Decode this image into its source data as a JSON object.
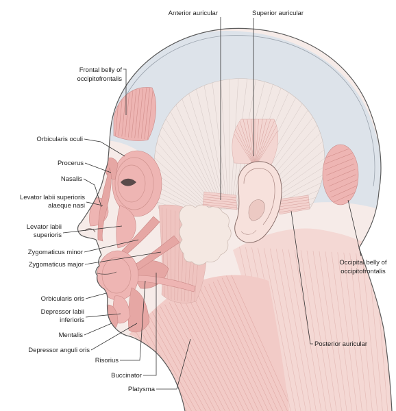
{
  "labels": {
    "anterior_auricular": "Anterior auricular",
    "superior_auricular": "Superior auricular",
    "frontal_belly": [
      "Frontal belly of",
      "occipitofrontalis"
    ],
    "orbicularis_oculi": "Orbicularis oculi",
    "procerus": "Procerus",
    "nasalis": "Nasalis",
    "levator_labii_superioris_alaeque_nasi": [
      "Levator labii superioris",
      "alaeque nasi"
    ],
    "levator_labii_superioris": [
      "Levator labii",
      "superioris"
    ],
    "zygomaticus_minor": "Zygomaticus minor",
    "zygomaticus_major": "Zygomaticus major",
    "orbicularis_oris": "Orbicularis oris",
    "depressor_labii_inferioris": [
      "Depressor labii",
      "inferioris"
    ],
    "mentalis": "Mentalis",
    "depressor_anguli_oris": "Depressor anguli oris",
    "risorius": "Risorius",
    "buccinator": "Buccinator",
    "platysma": "Platysma",
    "occipital_belly": [
      "Occipital belly of",
      "occipitofrontalis"
    ],
    "posterior_auricular": "Posterior auricular"
  },
  "colors": {
    "muscle": "#eeb5b3",
    "scalp": "#dde3ea",
    "outline": "#5a5a5a",
    "label": "#222222"
  }
}
